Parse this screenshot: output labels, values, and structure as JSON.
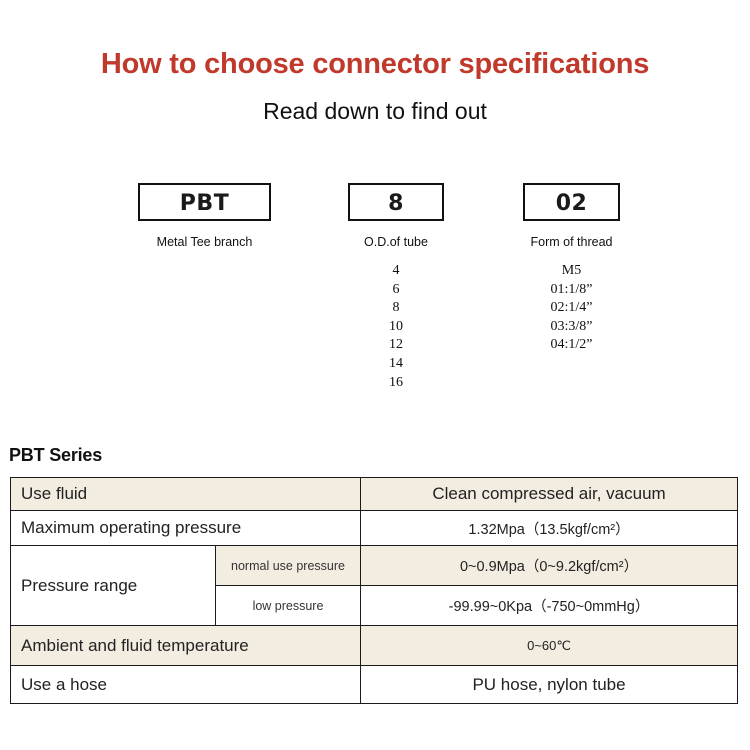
{
  "header": {
    "title": "How to choose connector specifications",
    "subtitle": "Read down to find out",
    "title_color": "#c0392b"
  },
  "code_builder": {
    "columns": [
      {
        "code": "PBT",
        "caption": "Metal Tee branch",
        "options": []
      },
      {
        "code": "8",
        "caption": "O.D.of tube",
        "options": [
          "4",
          "6",
          "8",
          "10",
          "12",
          "14",
          "16"
        ]
      },
      {
        "code": "02",
        "caption": "Form of thread",
        "options": [
          "M5",
          "01:1/8”",
          "02:1/4”",
          "03:3/8”",
          "04:1/2”"
        ]
      }
    ]
  },
  "series": {
    "label": "PBT Series",
    "row_bg_beige": "#f3ece1"
  },
  "spec_table": {
    "rows": [
      {
        "label": "Use fluid",
        "sublabel": null,
        "value": "Clean compressed air, vacuum"
      },
      {
        "label": "Maximum operating pressure",
        "sublabel": null,
        "value": "1.32Mpa（13.5kgf/cm²）"
      },
      {
        "label": "Pressure range",
        "sublabel": "normal use pressure",
        "value": "0~0.9Mpa（0~9.2kgf/cm²）"
      },
      {
        "label": null,
        "sublabel": "low pressure",
        "value": "-99.99~0Kpa（-750~0mmHg）"
      },
      {
        "label": "Ambient and fluid temperature",
        "sublabel": null,
        "value": "0~60℃"
      },
      {
        "label": "Use a hose",
        "sublabel": null,
        "value": "PU hose, nylon tube"
      }
    ]
  }
}
